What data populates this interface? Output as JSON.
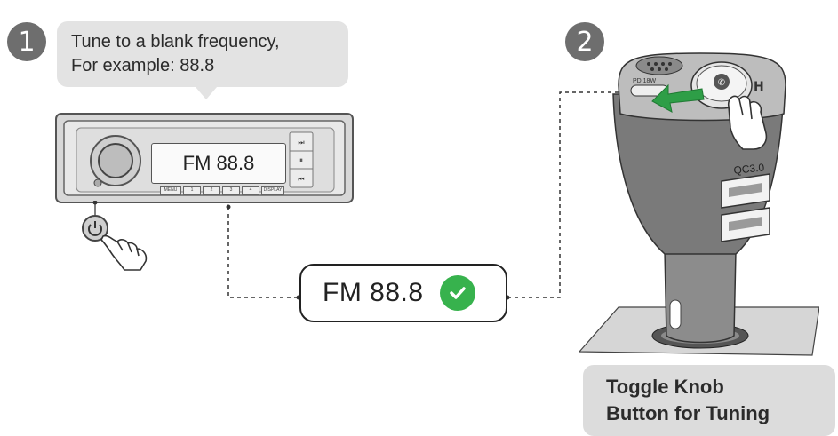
{
  "step1": {
    "number": "1",
    "instruction_line1": "Tune to a blank frequency,",
    "instruction_line2": "For example: 88.8"
  },
  "radio": {
    "display": "FM 88.8",
    "buttons": [
      "MENU",
      "1",
      "2",
      "3",
      "4",
      "DISPLAY"
    ]
  },
  "center": {
    "frequency": "FM 88.8"
  },
  "step2": {
    "number": "2"
  },
  "device": {
    "port_label": "PD 18W",
    "qc_label": "QC3.0"
  },
  "toggle_label": {
    "line1": "Toggle Knob",
    "line2": "Button for Tuning"
  },
  "colors": {
    "accent_green": "#37b24d",
    "arrow_green": "#2e9e47",
    "device_gray": "#7a7a7a"
  }
}
